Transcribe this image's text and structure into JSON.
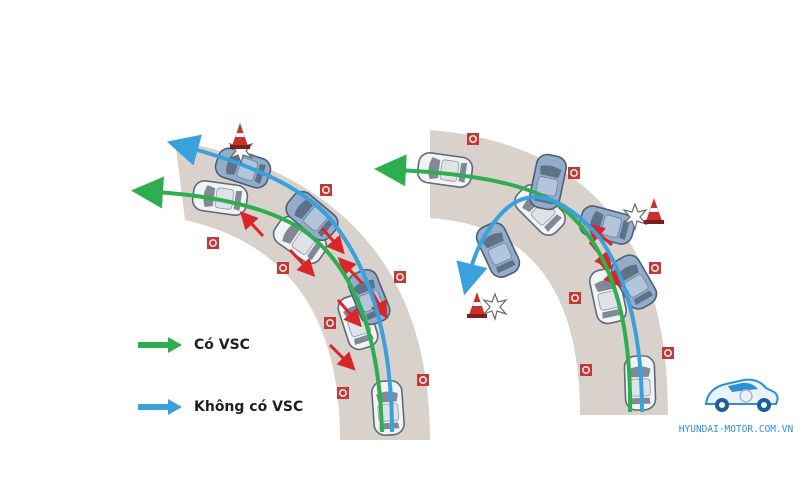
{
  "legend": {
    "with_vsc": {
      "label": "Có VSC",
      "color": "#2fae4f"
    },
    "without_vsc": {
      "label": "Không có VSC",
      "color": "#3aa1dd"
    }
  },
  "watermark": {
    "text": "HYUNDAI-MOTOR.COM.VN"
  },
  "colors": {
    "road": "#d9d1cc",
    "car_white": "#f2f3f5",
    "car_blue": "#93acc9",
    "car_outline": "#5f6b78",
    "force_arrow": "#d8262a",
    "marker": "#c23a33",
    "cone": "#c8312e"
  },
  "icons": [
    "traffic-cone-icon",
    "collision-spark-icon",
    "road-marker-icon",
    "car-icon",
    "arrow-right-icon"
  ]
}
